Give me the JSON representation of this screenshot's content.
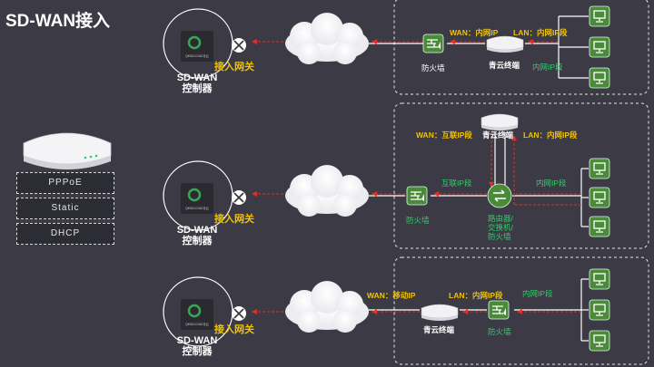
{
  "title": "SD-WAN接入",
  "device_modes": [
    "PPPoE",
    "Static",
    "DHCP"
  ],
  "controller": {
    "logo_text": "QINGCLOUD青云",
    "label_line1": "SD-WAN",
    "label_line2": "控制器",
    "gateway_label": "接入网关"
  },
  "rows": [
    {
      "firewall_label": "防火墙",
      "terminal_label": "青云终端",
      "wan_label": "WAN：内网IP",
      "lan_label": "LAN：内网IP段",
      "lan_segment_label": "内网IP段"
    },
    {
      "terminal_label": "青云终端",
      "wan_label": "WAN：互联IP段",
      "lan_label": "LAN：内网IP段",
      "interconnect_label": "互联IP段",
      "lan_segment_label": "内网IP段",
      "firewall_label": "防火墙",
      "router_label_lines": [
        "路由器/",
        "交换机/",
        "防火墙"
      ]
    },
    {
      "wan_label": "WAN：移动IP",
      "lan_label": "LAN：内网IP段",
      "lan_segment_label": "内网IP段",
      "terminal_label": "青云终端",
      "firewall_label": "防火墙"
    }
  ],
  "colors": {
    "background": "#3b3a45",
    "accent_yellow": "#f2c200",
    "accent_green": "#2fcf6a",
    "icon_green": "#4a8a38",
    "arrow_red": "#e0302a"
  }
}
